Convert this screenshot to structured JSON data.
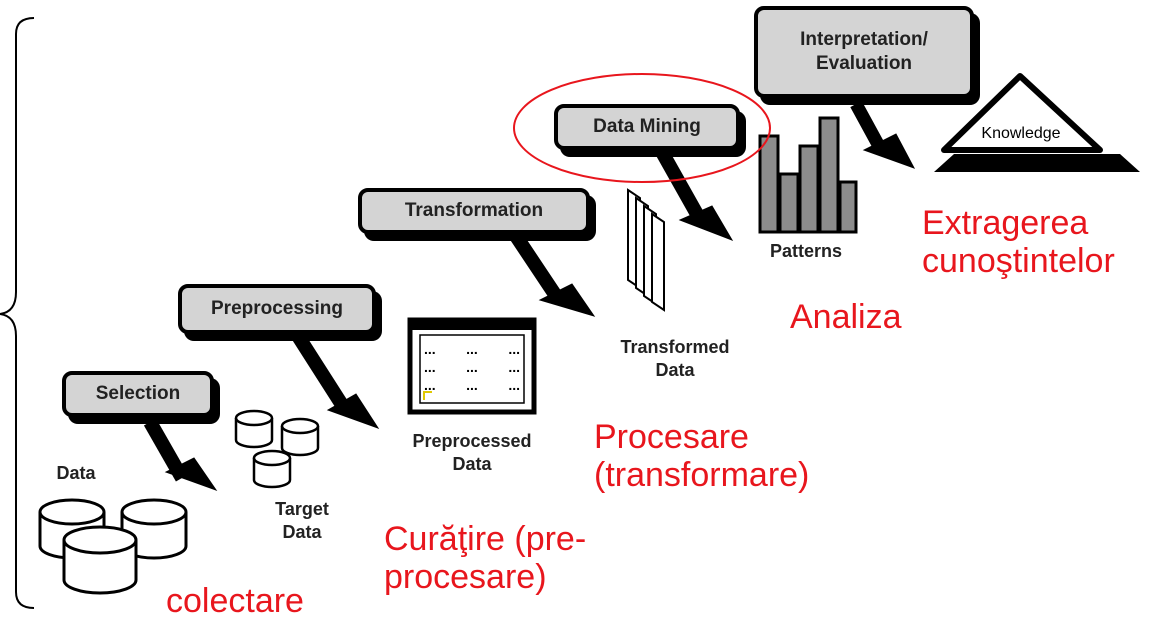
{
  "steps": {
    "selection": "Selection",
    "preprocessing": "Preprocessing",
    "transformation": "Transformation",
    "data_mining": "Data Mining",
    "interpretation_line1": "Interpretation/",
    "interpretation_line2": "Evaluation"
  },
  "artifacts": {
    "data": "Data",
    "target_line1": "Target",
    "target_line2": "Data",
    "preprocessed_line1": "Preprocessed",
    "preprocessed_line2": "Data",
    "preprocessed_dots": "...",
    "transformed_line1": "Transformed",
    "transformed_line2": "Data",
    "patterns": "Patterns",
    "knowledge": "Knowledge"
  },
  "annotations": {
    "colectare": "colectare",
    "curatire_line1": "Curăţire (pre-",
    "curatire_line2": "procesare)",
    "procesare_line1": "Procesare",
    "procesare_line2": "(transformare)",
    "analiza": "Analiza",
    "extragerea_line1": "Extragerea",
    "extragerea_line2": "cunoştintelor"
  },
  "colors": {
    "annotation_text": "#e8161d",
    "highlight_ellipse": "#e8161d",
    "box_fill": "#d4d4d4",
    "bar_fill": "#8c8c8c"
  }
}
